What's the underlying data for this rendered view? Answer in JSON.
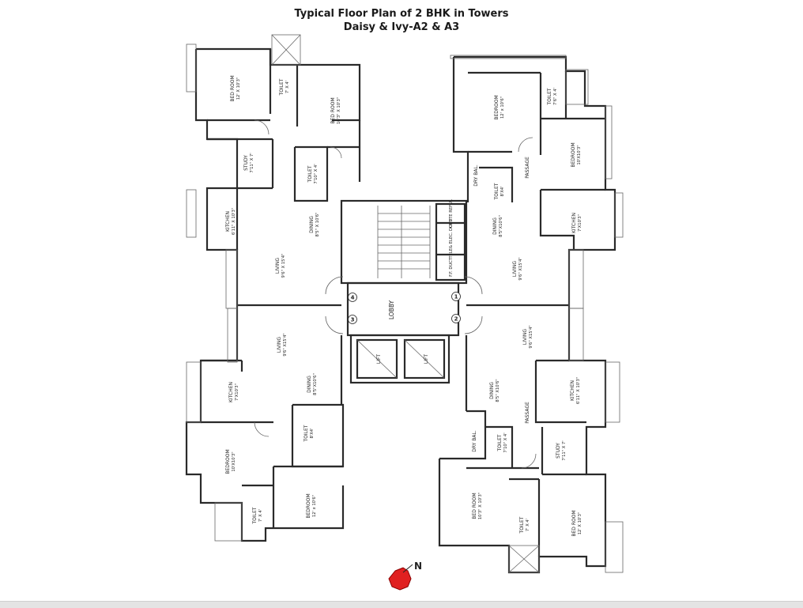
{
  "title": {
    "line1": "Typical Floor Plan of 2 BHK in Towers",
    "line2": "Daisy & Ivy-A2 & A3"
  },
  "compass": {
    "label": "N",
    "color": "#e02020",
    "icon": "north-compass-icon"
  },
  "lobby": {
    "label": "LOBBY",
    "flat_numbers": [
      "1",
      "2",
      "3",
      "4"
    ]
  },
  "core": {
    "lift_label": "LIFT",
    "chute": "CHUTE REFU..",
    "telecom_duct": "TELE& ELEC. DUCT",
    "fp_duct": "F.F. DUCT"
  },
  "flats": {
    "top_left": {
      "bedroom1": {
        "name": "BED ROOM",
        "dim": "12' X 10'3\""
      },
      "toilet1": {
        "name": "TOILET",
        "dim": "7' X 4'"
      },
      "bedroom2": {
        "name": "BED ROOM",
        "dim": "10'3\" X 10'3\""
      },
      "study": {
        "name": "STUDY",
        "dim": "7'11\" X 7'"
      },
      "toilet2": {
        "name": "TOILET",
        "dim": "7'10\" X 4'"
      },
      "kitchen": {
        "name": "KITCHEN",
        "dim": "6'11\" X 10'3\""
      },
      "dining": {
        "name": "DINING",
        "dim": "8'5\" X 10'6\""
      },
      "living": {
        "name": "LIVING",
        "dim": "9'6\" X 15'4\""
      }
    },
    "top_right": {
      "bedroom1": {
        "name": "BEDROOM",
        "dim": "12' x 10'6\""
      },
      "toilet1": {
        "name": "TOILET",
        "dim": "7'6\" X 4'"
      },
      "bedroom2": {
        "name": "BEDROOM",
        "dim": "10'X10'3\""
      },
      "passage": {
        "name": "PASSAGE"
      },
      "dry_bal": {
        "name": "DRY BAL."
      },
      "toilet2": {
        "name": "TOILET",
        "dim": "8'X4'"
      },
      "dining": {
        "name": "DINING",
        "dim": "8'5\"X10'6\""
      },
      "kitchen": {
        "name": "KITCHEN",
        "dim": "7'X10'3\""
      },
      "living": {
        "name": "LIVING",
        "dim": "9'6\" X15'4\""
      }
    },
    "bottom_left": {
      "living": {
        "name": "LIVING",
        "dim": "9'6\" X15'4\""
      },
      "kitchen": {
        "name": "KITCHEN",
        "dim": "7'X10'3\""
      },
      "dining": {
        "name": "DINING",
        "dim": "8'5\"X10'6\""
      },
      "toilet1": {
        "name": "TOILET",
        "dim": "8'X4'"
      },
      "bedroom1": {
        "name": "BEDROOM",
        "dim": "10'X10'3\""
      },
      "toilet2": {
        "name": "TOILET",
        "dim": "7' X 4'"
      },
      "bedroom2": {
        "name": "BEDROOM",
        "dim": "12' x 10'6\""
      }
    },
    "bottom_right": {
      "living": {
        "name": "LIVING",
        "dim": "9'6\" X15'4\""
      },
      "dining": {
        "name": "DINING",
        "dim": "8'5\" X10'6\""
      },
      "kitchen": {
        "name": "KITCHEN",
        "dim": "6'11\" X 10'3\""
      },
      "passage": {
        "name": "PASSAGE"
      },
      "dry_bal": {
        "name": "DRY BAL."
      },
      "toilet1": {
        "name": "TOILET",
        "dim": "7'10\" X 4'"
      },
      "study": {
        "name": "STUDY",
        "dim": "7'11\" X 7'"
      },
      "bedroom1": {
        "name": "BED ROOM",
        "dim": "10'3\" X 10'3\""
      },
      "toilet2": {
        "name": "TOILET",
        "dim": "7' X 4'"
      },
      "bedroom2": {
        "name": "BED ROOM",
        "dim": "12' X 10'3\""
      }
    }
  }
}
